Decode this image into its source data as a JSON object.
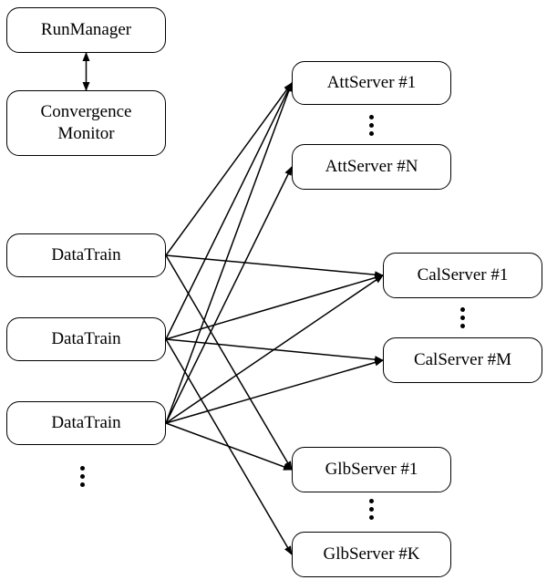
{
  "nodes": {
    "run_manager": "RunManager",
    "convergence_monitor": [
      "Convergence",
      "Monitor"
    ],
    "datatrain_1": "DataTrain",
    "datatrain_2": "DataTrain",
    "datatrain_3": "DataTrain",
    "att_server_1": "AttServer #1",
    "att_server_n": "AttServer #N",
    "cal_server_1": "CalServer #1",
    "cal_server_m": "CalServer #M",
    "glb_server_1": "GlbServer #1",
    "glb_server_k": "GlbServer #K"
  },
  "edges": [
    {
      "from": "run_manager",
      "to": "convergence_monitor",
      "bidirectional": true
    },
    {
      "from": "datatrain_1",
      "to": "att_server_1"
    },
    {
      "from": "datatrain_1",
      "to": "cal_server_1"
    },
    {
      "from": "datatrain_1",
      "to": "glb_server_1"
    },
    {
      "from": "datatrain_2",
      "to": "att_server_1"
    },
    {
      "from": "datatrain_2",
      "to": "cal_server_1"
    },
    {
      "from": "datatrain_2",
      "to": "cal_server_m"
    },
    {
      "from": "datatrain_2",
      "to": "glb_server_k"
    },
    {
      "from": "datatrain_3",
      "to": "att_server_1"
    },
    {
      "from": "datatrain_3",
      "to": "att_server_n"
    },
    {
      "from": "datatrain_3",
      "to": "cal_server_1"
    },
    {
      "from": "datatrain_3",
      "to": "cal_server_m"
    },
    {
      "from": "datatrain_3",
      "to": "glb_server_1"
    }
  ],
  "colors": {
    "stroke": "#000000",
    "background": "#ffffff"
  }
}
